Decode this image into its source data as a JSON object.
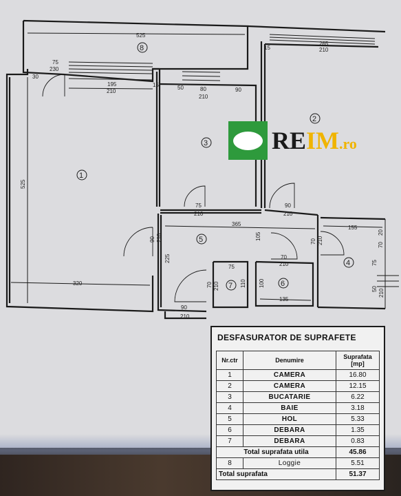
{
  "plan": {
    "dims": {
      "d525_top": "525",
      "d265": "265",
      "d210_r2": "210",
      "d15": "15",
      "d75_top": "75",
      "d230": "230",
      "d30": "30",
      "d195": "195",
      "d210_r1": "210",
      "d15b": "15",
      "d50": "50",
      "d80": "80",
      "d210_r3": "210",
      "d90_top": "90",
      "d525_left": "525",
      "d75_door": "75",
      "d210_door3": "210",
      "d90_door2": "90",
      "d210_door2": "210",
      "d365": "365",
      "d155": "155",
      "d105": "105",
      "d90_left": "90",
      "d210_left": "210",
      "d225": "225",
      "d70_hol": "70",
      "d210_hol": "210",
      "d70_d6": "70",
      "d210_d6": "210",
      "d20": "20",
      "d70_r": "70",
      "d75_d7": "75",
      "d110": "110",
      "d70_d7": "70",
      "d210_d7": "210",
      "d100": "100",
      "d135": "135",
      "d75_r4": "75",
      "d50_r4": "50",
      "d210_r4": "210",
      "d320": "320",
      "d90_bottom": "90",
      "d210_bottom": "210"
    },
    "rooms": {
      "r1": "1",
      "r2": "2",
      "r3": "3",
      "r4": "4",
      "r5": "5",
      "r6": "6",
      "r7": "7",
      "r8": "8"
    }
  },
  "logo": {
    "brand_main": "RE",
    "brand_accent": "IM",
    "brand_tld": ".ro",
    "primary_color": "#2e9a3c",
    "accent_color": "#f0b400"
  },
  "table": {
    "title": "DESFASURATOR DE SUPRAFETE",
    "headers": {
      "nr": "Nr.ctr",
      "name": "Denumire",
      "area": "Suprafata [mp]"
    },
    "rows": [
      {
        "nr": "1",
        "name": "CAMERA",
        "area": "16.80"
      },
      {
        "nr": "2",
        "name": "CAMERA",
        "area": "12.15"
      },
      {
        "nr": "3",
        "name": "BUCATARIE",
        "area": "6.22"
      },
      {
        "nr": "4",
        "name": "BAIE",
        "area": "3.18"
      },
      {
        "nr": "5",
        "name": "HOL",
        "area": "5.33"
      },
      {
        "nr": "6",
        "name": "DEBARA",
        "area": "1.35"
      },
      {
        "nr": "7",
        "name": "DEBARA",
        "area": "0.83"
      }
    ],
    "total_util": {
      "label": "Total suprafata utila",
      "value": "45.86"
    },
    "loggie": {
      "nr": "8",
      "name": "Loggie",
      "area": "5.51"
    },
    "total": {
      "label": "Total suprafata",
      "value": "51.37"
    }
  }
}
